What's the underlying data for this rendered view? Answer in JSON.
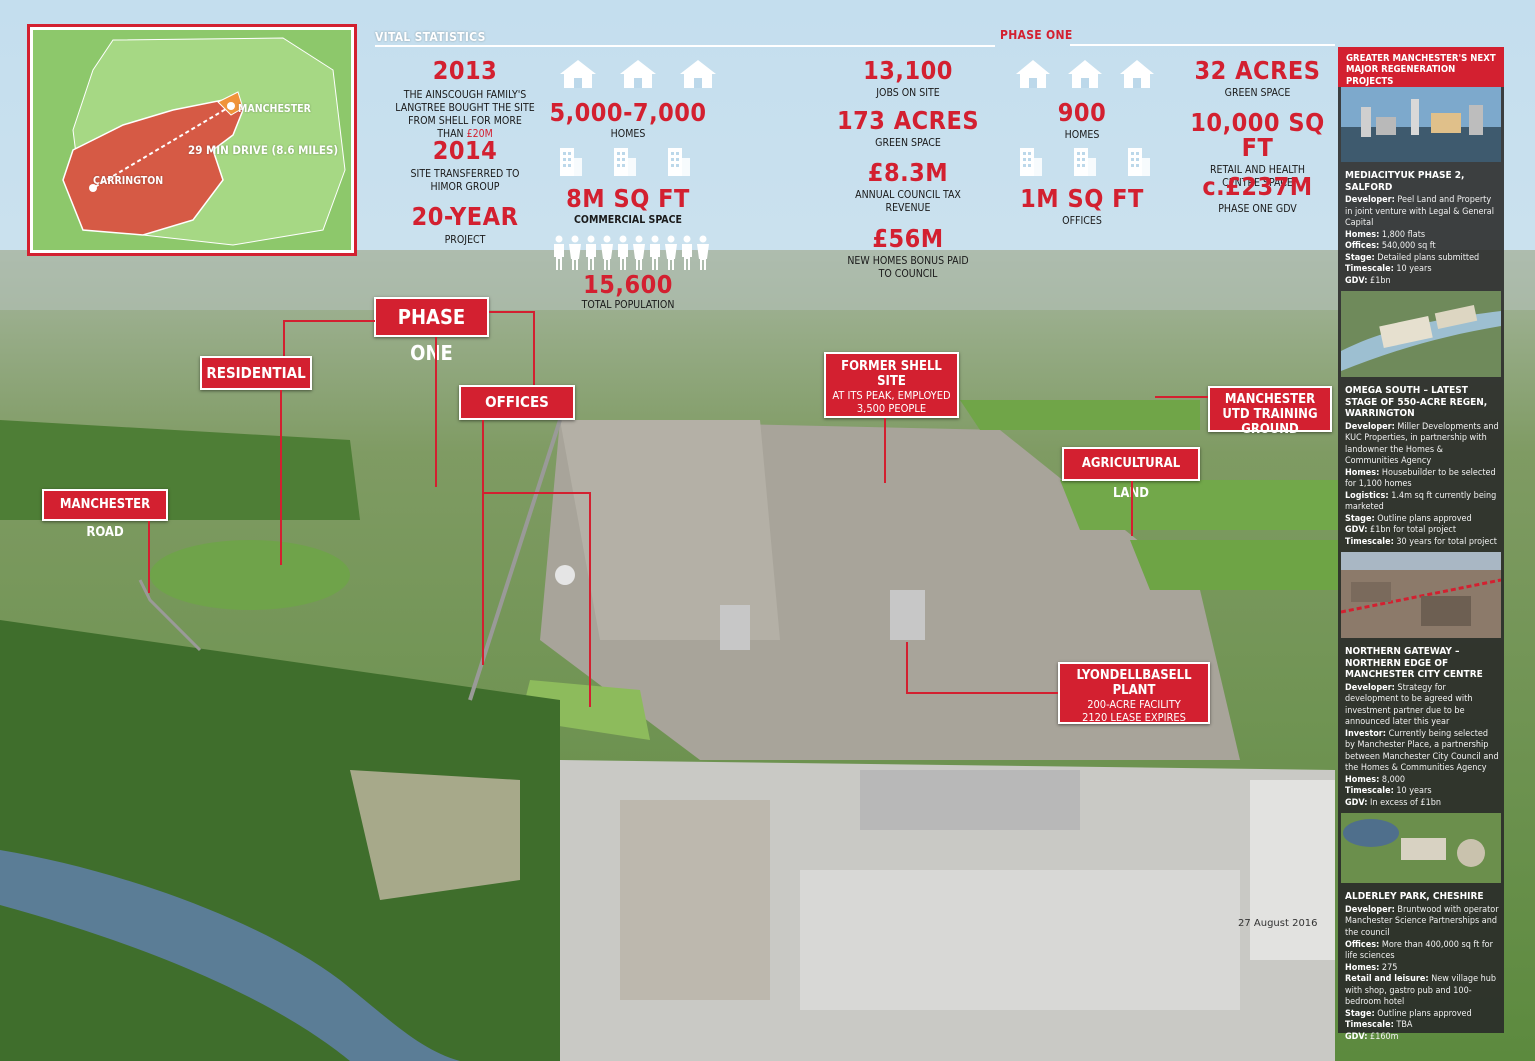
{
  "headers": {
    "vital_statistics": "VITAL STATISTICS",
    "phase_one": "PHASE ONE"
  },
  "map": {
    "manchester": "MANCHESTER",
    "carrington": "CARRINGTON",
    "drive": "29 MIN DRIVE (8.6 MILES)",
    "colors": {
      "green": "#8dc86b",
      "red": "#d65a45",
      "orange": "#f0943a"
    }
  },
  "vital": {
    "year1": "2013",
    "year1_text_a": "THE AINSCOUGH FAMILY'S LANGTREE BOUGHT THE SITE FROM SHELL FOR MORE THAN ",
    "year1_text_b": "£20M",
    "year2": "2014",
    "year2_text": "SITE TRANSFERRED TO HIMOR GROUP",
    "project": "20-YEAR",
    "project_text": "PROJECT",
    "homes": "5,000-7,000",
    "homes_text": "HOMES",
    "commercial": "8M SQ FT",
    "commercial_text": "COMMERCIAL SPACE",
    "population": "15,600",
    "population_text": "TOTAL POPULATION"
  },
  "phase": {
    "jobs": "13,100",
    "jobs_text": "JOBS ON SITE",
    "acres": "173 ACRES",
    "acres_text": "GREEN SPACE",
    "tax": "£8.3M",
    "tax_text": "ANNUAL COUNCIL TAX REVENUE",
    "bonus": "£56M",
    "bonus_text": "NEW HOMES BONUS PAID TO COUNCIL",
    "homes": "900",
    "homes_text": "HOMES",
    "offices": "1M SQ FT",
    "offices_text": "OFFICES",
    "green": "32 ACRES",
    "green_text": "GREEN SPACE",
    "retail": "10,000 SQ FT",
    "retail_text": "RETAIL AND HEALTH CENTRE SPACE",
    "gdv": "c.£237M",
    "gdv_text": "PHASE ONE GDV"
  },
  "labels": {
    "phase_one": "PHASE ONE",
    "residential": "RESIDENTIAL",
    "offices": "OFFICES",
    "manchester_road": "MANCHESTER ROAD",
    "shell_title": "FORMER SHELL SITE",
    "shell_sub": "AT ITS PEAK, EMPLOYED 3,500 PEOPLE",
    "utd": "MANCHESTER UTD TRAINING GROUND",
    "agricultural": "AGRICULTURAL LAND",
    "lyondell_title": "LYONDELLBASELL PLANT",
    "lyondell_sub1": "200-ACRE FACILITY",
    "lyondell_sub2": "2120 LEASE EXPIRES",
    "date_stamp": "27 August 2016"
  },
  "panel": {
    "title": "GREATER MANCHESTER'S NEXT MAJOR REGENERATION PROJECTS",
    "projects": [
      {
        "title": "MEDIACITYUK PHASE 2, SALFORD",
        "rows": [
          {
            "k": "Developer:",
            "v": " Peel Land and Property in joint venture with Legal & General Capital"
          },
          {
            "k": "Homes:",
            "v": " 1,800 flats"
          },
          {
            "k": "Offices:",
            "v": " 540,000 sq ft"
          },
          {
            "k": "Stage:",
            "v": " Detailed plans submitted"
          },
          {
            "k": "Timescale:",
            "v": " 10 years"
          },
          {
            "k": "GDV:",
            "v": " £1bn"
          }
        ]
      },
      {
        "title": "OMEGA SOUTH – LATEST STAGE OF 550-ACRE REGEN, WARRINGTON",
        "rows": [
          {
            "k": "Developer:",
            "v": " Miller Developments and KUC Properties, in partnership with landowner the Homes & Communities Agency"
          },
          {
            "k": "Homes:",
            "v": " Housebuilder to be selected for 1,100 homes"
          },
          {
            "k": "Logistics:",
            "v": " 1.4m sq ft currently being marketed"
          },
          {
            "k": "Stage:",
            "v": " Outline plans approved"
          },
          {
            "k": "GDV:",
            "v": " £1bn for total project"
          },
          {
            "k": "Timescale:",
            "v": " 30 years for total project"
          }
        ]
      },
      {
        "title": "NORTHERN GATEWAY – NORTHERN EDGE OF MANCHESTER CITY CENTRE",
        "rows": [
          {
            "k": "Developer:",
            "v": " Strategy for development to be agreed with investment partner due to be announced later this year"
          },
          {
            "k": "Investor:",
            "v": " Currently being selected by Manchester Place, a partnership between Manchester City Council and the Homes & Communities Agency"
          },
          {
            "k": "Homes:",
            "v": " 8,000"
          },
          {
            "k": "Timescale:",
            "v": " 10 years"
          },
          {
            "k": "GDV:",
            "v": " In excess of £1bn"
          }
        ]
      },
      {
        "title": "ALDERLEY PARK, CHESHIRE",
        "rows": [
          {
            "k": "Developer:",
            "v": " Bruntwood with operator Manchester Science Partnerships and the council"
          },
          {
            "k": "Offices:",
            "v": " More than 400,000 sq ft for life sciences"
          },
          {
            "k": "Homes:",
            "v": " 275"
          },
          {
            "k": "Retail and leisure:",
            "v": " New village hub with shop, gastro pub and 100-bedroom hotel"
          },
          {
            "k": "Stage:",
            "v": " Outline plans approved"
          },
          {
            "k": "Timescale:",
            "v": " TBA"
          },
          {
            "k": "GDV:",
            "v": " £160m"
          }
        ]
      }
    ]
  },
  "icons": {
    "house": "house-icon",
    "building": "building-icon",
    "person": "person-icon"
  },
  "colors": {
    "accent": "#d32030",
    "sky": "#bcd8ea",
    "field": "#6e9a4a"
  }
}
